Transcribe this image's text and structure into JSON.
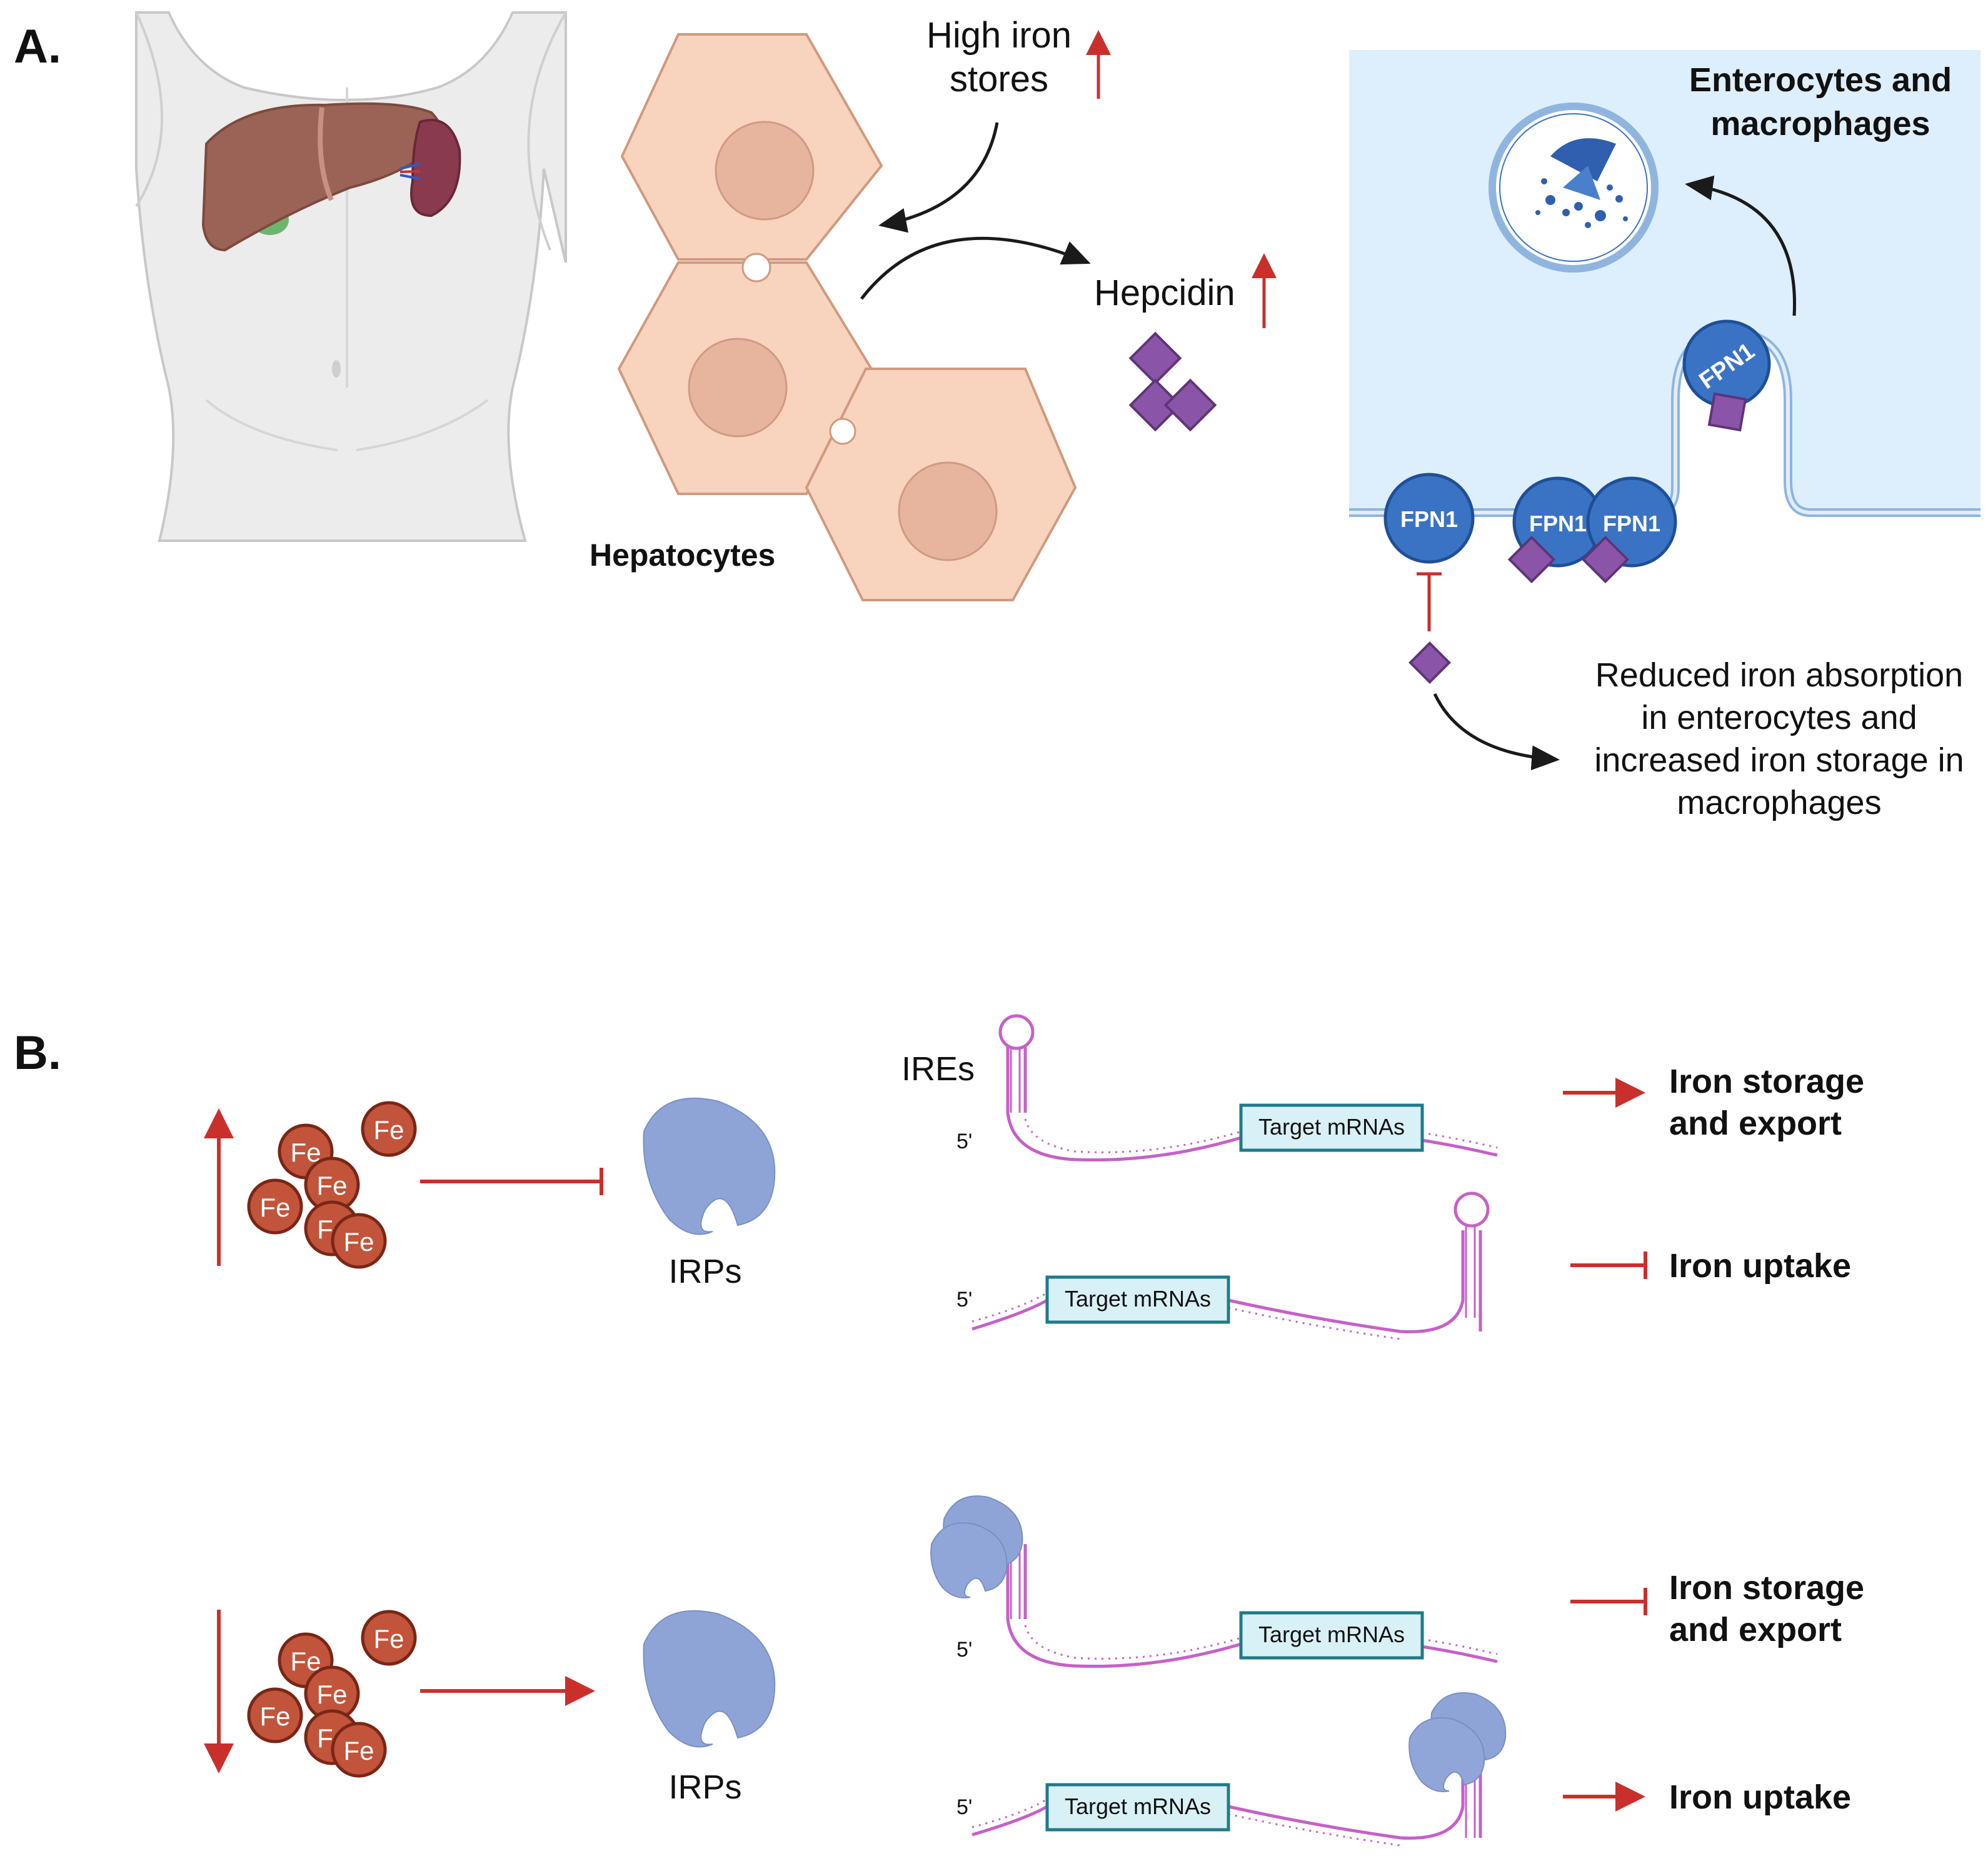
{
  "panel_a": {
    "label": "A.",
    "high_iron_line1": "High iron",
    "high_iron_line2": "stores",
    "hepcidin": "Hepcidin",
    "hepatocytes": "Hepatocytes",
    "enterocytes_line1": "Enterocytes and",
    "enterocytes_line2": "macrophages",
    "fpn1": "FPN1",
    "reduced_line1": "Reduced iron absorption",
    "reduced_line2": "in enterocytes and",
    "reduced_line3": "increased iron storage in",
    "reduced_line4": "macrophages"
  },
  "panel_b": {
    "label": "B.",
    "fe": "Fe",
    "fe_partial": "F",
    "irps": "IRPs",
    "ires": "IREs",
    "five_prime": "5'",
    "target_mrnas": "Target mRNAs",
    "storage_line1": "Iron storage",
    "storage_line2": "and export",
    "uptake": "Iron uptake"
  },
  "colors": {
    "red": "#c9302c",
    "purple": "#8a55a8",
    "fpn_blue": "#3a73c4",
    "irp_blue": "#8fa4d6",
    "iron_red": "#c1543a",
    "hepatocyte": "#f8d3be",
    "cell_panel": "#ddeefc",
    "mrna_box": "#d8f1f6",
    "mrna_teal": "#1f7a8a",
    "rna_pink": "#c561c7"
  }
}
